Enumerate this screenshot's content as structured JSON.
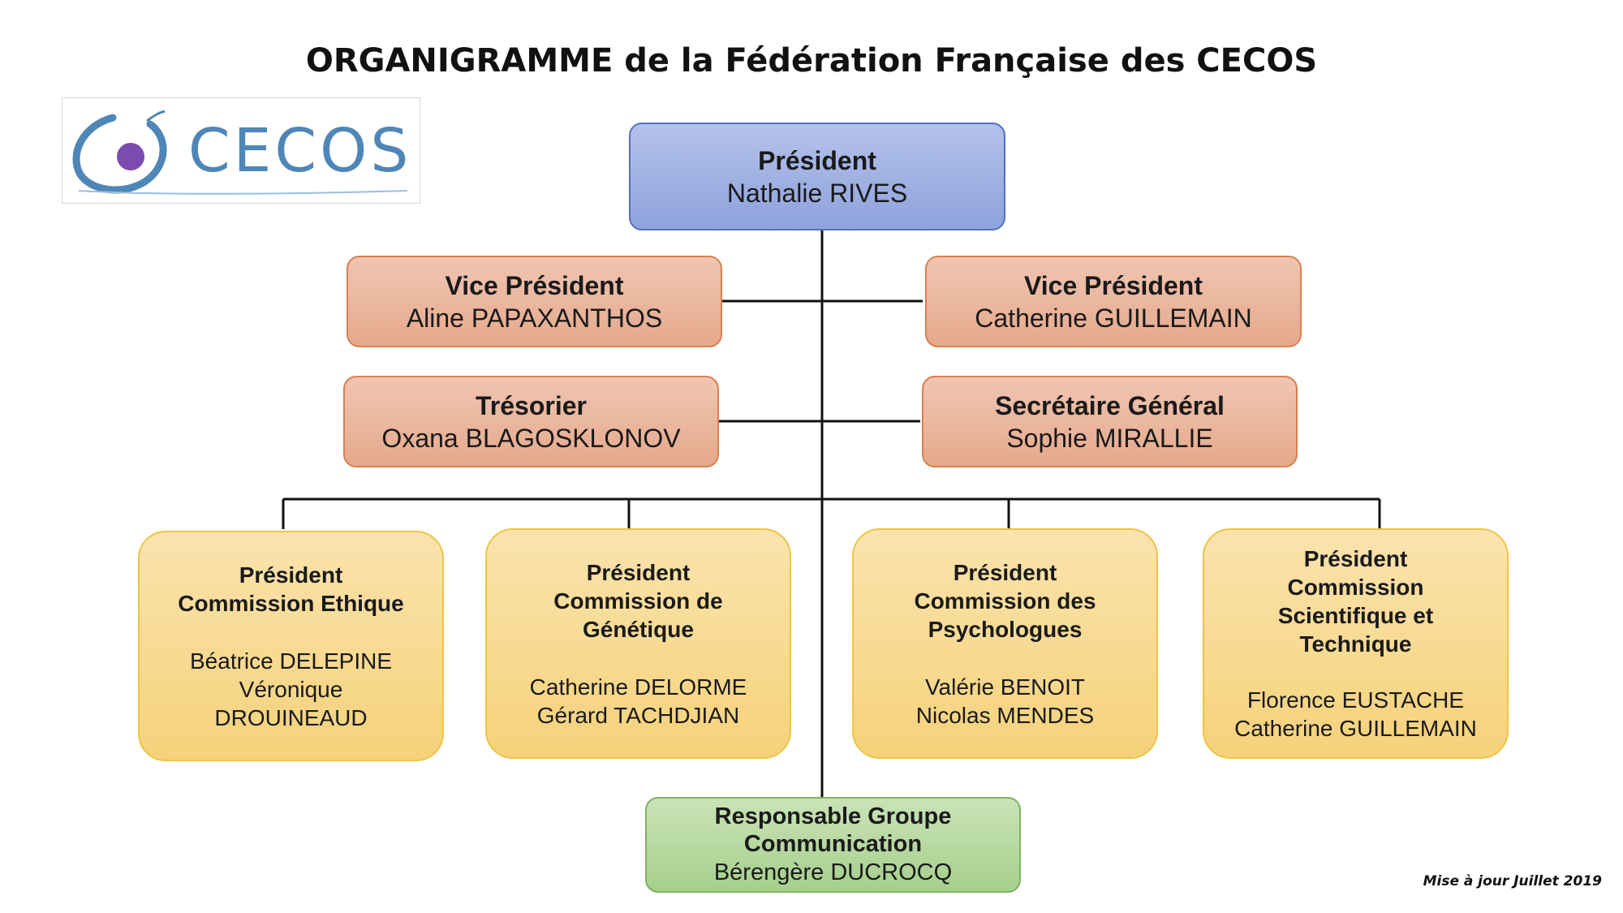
{
  "title": "ORGANIGRAMME de la Fédération Française des CECOS",
  "logo": {
    "text": "CECOS",
    "icon": "cecos-logo-icon",
    "colors": {
      "ring": "#4f86b8",
      "dot": "#7b4bb0"
    }
  },
  "president": {
    "role": "Président",
    "name": "Nathalie RIVES"
  },
  "vice_president_left": {
    "role": "Vice Président",
    "name": "Aline PAPAXANTHOS"
  },
  "vice_president_right": {
    "role": "Vice Président",
    "name": "Catherine GUILLEMAIN"
  },
  "treasurer": {
    "role": "Trésorier",
    "name": "Oxana BLAGOSKLONOV"
  },
  "secretary": {
    "role": "Secrétaire Général",
    "name": "Sophie MIRALLIE"
  },
  "commissions": [
    {
      "role_lines": [
        "Président",
        "Commission Ethique"
      ],
      "names": [
        "Béatrice DELEPINE",
        "Véronique",
        "DROUINEAUD"
      ]
    },
    {
      "role_lines": [
        "Président",
        "Commission de",
        "Génétique"
      ],
      "names": [
        "Catherine DELORME",
        "Gérard TACHDJIAN"
      ]
    },
    {
      "role_lines": [
        "Président",
        "Commission des",
        "Psychologues"
      ],
      "names": [
        "Valérie BENOIT",
        "Nicolas MENDES"
      ]
    },
    {
      "role_lines": [
        "Président",
        "Commission",
        "Scientifique et",
        "Technique"
      ],
      "names": [
        "Florence EUSTACHE",
        "Catherine GUILLEMAIN"
      ]
    }
  ],
  "communication": {
    "role_lines": [
      "Responsable Groupe",
      "Communication"
    ],
    "name": "Bérengère DUCROCQ"
  },
  "updated": "Mise à jour Juillet 2019",
  "colors": {
    "president": "#9aabe0",
    "officers": "#e8b39a",
    "commissions": "#f7d98c",
    "communication": "#b5d89e",
    "connector": "#111111"
  }
}
